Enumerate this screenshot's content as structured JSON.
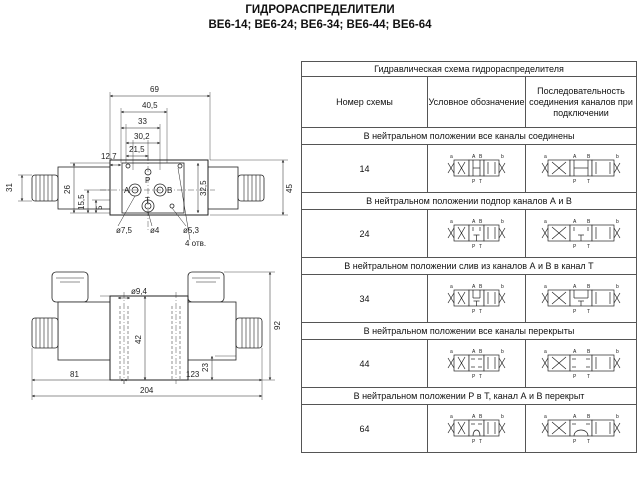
{
  "header": {
    "title": "ГИДРОРАСПРЕДЕЛИТЕЛИ",
    "models": "ВЕ6-14; ВЕ6-24; ВЕ6-34; ВЕ6-44; ВЕ6-64"
  },
  "drawing": {
    "top_view": {
      "dim_69": "69",
      "dim_40_5": "40,5",
      "dim_33": "33",
      "dim_30_2": "30,2",
      "dim_21_5": "21,5",
      "dim_12_7": "12,7",
      "dim_31": "31",
      "dim_26": "26",
      "dim_15_5": "15,5",
      "dim_5": "5",
      "dim_32_5": "32,5",
      "dim_45": "45",
      "port_p": "P",
      "port_a": "A",
      "port_b": "B",
      "port_t": "T",
      "dia_7_5": "ø7,5",
      "dia_4": "ø4",
      "dia_5_3": "ø5,3",
      "holes_note": "4 отв."
    },
    "front_view": {
      "dia_9_4": "ø9,4",
      "dim_42": "42",
      "dim_23": "23",
      "dim_92": "92",
      "dim_81": "81",
      "dim_123": "123",
      "dim_204": "204"
    }
  },
  "table": {
    "caption": "Гидравлическая схема гидрораспределителя",
    "columns": {
      "scheme_no": "Номер схемы",
      "symbol": "Условное обозначение",
      "sequence": "Последовательность соединения каналов при подключении"
    },
    "port_labels": {
      "a": "a",
      "b": "b",
      "A": "A",
      "B": "B",
      "P": "P",
      "T": "T"
    },
    "rows": [
      {
        "section": "В нейтральном положении все каналы соединены",
        "number": "14"
      },
      {
        "section": "В нейтральном положении подпор каналов А и В",
        "number": "24"
      },
      {
        "section": "В нейтральном положении слив из каналов А и В в канал Т",
        "number": "34"
      },
      {
        "section": "В нейтральном положении все каналы перекрыты",
        "number": "44"
      },
      {
        "section": "В нейтральном положении Р в Т, канал А и В перекрыт",
        "number": "64"
      }
    ]
  }
}
